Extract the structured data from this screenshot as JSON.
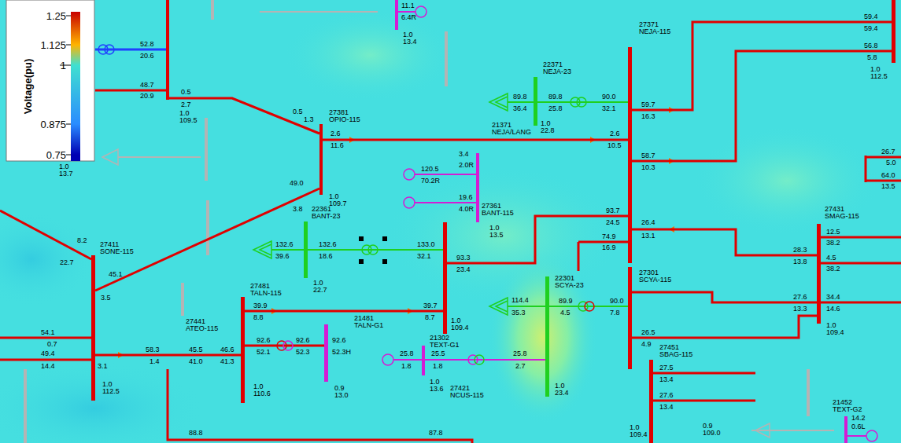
{
  "diagram": {
    "nodes": [
      {
        "text": [
          "1.0 13.4"
        ]
      },
      {
        "text": [
          "1.0 109.5"
        ]
      },
      {
        "text": [
          "27381 OPIO-115",
          "1.0 109.7"
        ]
      },
      {
        "text": [
          "22371 NEJA-23",
          "1.0 22.8"
        ]
      },
      {
        "text": [
          "27371 NEJA-115"
        ]
      },
      {
        "text": [
          "27361 BANT-115",
          "1.0 13.5"
        ]
      },
      {
        "text": [
          "22361 BANT-23",
          "1.0 22.7"
        ]
      },
      {
        "text": [
          "1.0 109.4"
        ]
      },
      {
        "text": [
          "27411 SONE-115",
          "1.0 112.5"
        ]
      },
      {
        "text": [
          "27441 ATEO-115"
        ]
      },
      {
        "text": [
          "27481 TALN-115",
          "1.0 110.6"
        ]
      },
      {
        "text": [
          "21481 TALN-G1",
          "0.9 13.0"
        ]
      },
      {
        "text": [
          "21302 TEXT-G1",
          "1.0 13.6"
        ]
      },
      {
        "text": [
          "22301 SCYA-23",
          "1.0 23.4"
        ]
      },
      {
        "text": [
          "27301 SCYA-115"
        ]
      },
      {
        "text": [
          "27431 SMAG-115",
          "1.0 109.4"
        ]
      },
      {
        "text": [
          "27451 SBAG-115",
          "1.0 109.4"
        ]
      },
      {
        "text": [
          "21452 TEXT-G2"
        ]
      },
      {
        "text": [
          "1.0 112.5"
        ]
      }
    ],
    "edges": [
      {
        "from": 1,
        "to": 2,
        "arrow": "none"
      },
      {
        "from": 2,
        "to": 4,
        "arrow": "none"
      },
      {
        "from": 8,
        "to": 2,
        "arrow": "none"
      },
      {
        "from": 4,
        "to": 7,
        "arrow": "none"
      },
      {
        "from": 10,
        "to": 7,
        "arrow": "none"
      },
      {
        "from": 8,
        "to": 10,
        "arrow": "none"
      },
      {
        "from": 10,
        "to": 11,
        "arrow": "none"
      },
      {
        "from": 12,
        "to": 13,
        "arrow": "none"
      },
      {
        "from": 13,
        "to": 14,
        "arrow": "none"
      },
      {
        "from": 3,
        "to": 4,
        "arrow": "none"
      },
      {
        "from": 6,
        "to": 7,
        "arrow": "none"
      },
      {
        "from": 4,
        "to": 18,
        "arrow": "none"
      },
      {
        "from": 4,
        "to": 18,
        "arrow": "none"
      },
      {
        "from": 4,
        "to": 15,
        "arrow": "none"
      },
      {
        "from": 14,
        "to": 15,
        "arrow": "none"
      },
      {
        "from": 14,
        "to": 15,
        "arrow": "none"
      }
    ],
    "labels": [
      "11.1",
      "6.4R",
      "52.8",
      "20.6",
      "48.7",
      "20.9",
      "0.5",
      "2.7",
      "1.0",
      "13.7",
      "0.5",
      "1.3",
      "2.6",
      "11.6",
      "21371 NEJA/LANG",
      "2.6",
      "10.5",
      "89.8",
      "36.4",
      "89.8",
      "25.8",
      "90.0",
      "32.1",
      "59.7",
      "16.3",
      "58.7",
      "10.3",
      "59.4",
      "59.4",
      "56.8",
      "5.8",
      "3.4",
      "2.0R",
      "120.5",
      "70.2R",
      "19.6",
      "4.0R",
      "93.7",
      "24.5",
      "26.4",
      "13.1",
      "74.9",
      "16.9",
      "26.7",
      "5.0",
      "64.0",
      "13.5",
      "8.2",
      "22.7",
      "45.1",
      "3.5",
      "49.0",
      "3.8",
      "132.6",
      "39.6",
      "132.6",
      "18.6",
      "133.0",
      "32.1",
      "93.3",
      "23.4",
      "12.5",
      "38.2",
      "4.5",
      "38.2",
      "28.3",
      "13.8",
      "27.6",
      "13.3",
      "34.4",
      "14.6",
      "39.9",
      "8.8",
      "39.7",
      "8.7",
      "114.4",
      "35.3",
      "89.9",
      "4.5",
      "90.0",
      "7.8",
      "54.1",
      "0.7",
      "49.4",
      "14.4",
      "3.1",
      "58.3",
      "1.4",
      "45.5",
      "41.0",
      "46.6",
      "41.3",
      "92.6",
      "52.1",
      "92.6",
      "52.3",
      "92.6",
      "52.3H",
      "25.8",
      "1.8",
      "25.5",
      "1.8",
      "25.8",
      "2.7",
      "26.5",
      "4.9",
      "27.5",
      "13.4",
      "27.6",
      "13.4",
      "27421 NCUS-115",
      "14.2",
      "0.6L",
      "0.9 109.0",
      "88.8",
      "87.8",
      "Voltage(pu)"
    ],
    "legend": [
      {
        "text": "1.25",
        "color": "#c80000"
      },
      {
        "text": "1.125",
        "color": "#ffb400"
      },
      {
        "text": "1",
        "color": "#40e0d0"
      },
      {
        "text": "0.875",
        "color": "#2a8cff"
      },
      {
        "text": "0.75",
        "color": "#0000b4"
      }
    ]
  }
}
